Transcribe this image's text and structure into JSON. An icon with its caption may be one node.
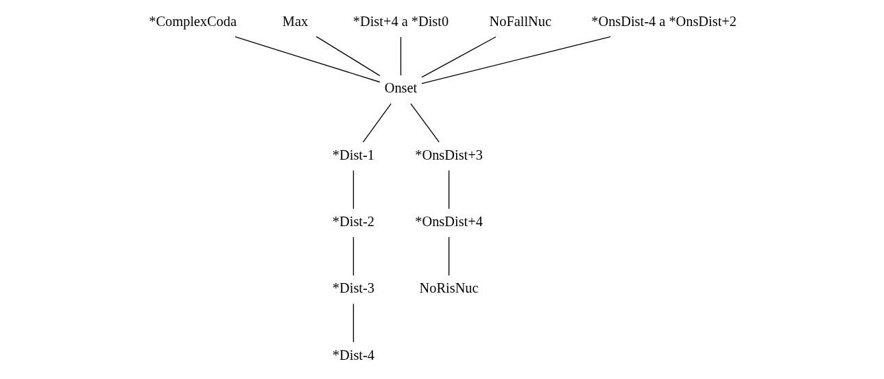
{
  "diagram": {
    "nodes": [
      {
        "text": [
          "*ComplexCoda"
        ]
      },
      {
        "text": [
          "Max"
        ]
      },
      {
        "text": [
          "*Dist+4 a *Dist0"
        ]
      },
      {
        "text": [
          "NoFallNuc"
        ]
      },
      {
        "text": [
          "*OnsDist-4 a *OnsDist+2"
        ]
      },
      {
        "text": [
          "Onset"
        ]
      },
      {
        "text": [
          "*Dist-1"
        ]
      },
      {
        "text": [
          "*OnsDist+3"
        ]
      },
      {
        "text": [
          "*Dist-2"
        ]
      },
      {
        "text": [
          "*OnsDist+4"
        ]
      },
      {
        "text": [
          "*Dist-3"
        ]
      },
      {
        "text": [
          "NoRisNuc"
        ]
      },
      {
        "text": [
          "*Dist-4"
        ]
      }
    ],
    "edges": [
      {
        "from": 0,
        "to": 5,
        "arrow": "none"
      },
      {
        "from": 1,
        "to": 5,
        "arrow": "none"
      },
      {
        "from": 2,
        "to": 5,
        "arrow": "none"
      },
      {
        "from": 3,
        "to": 5,
        "arrow": "none"
      },
      {
        "from": 4,
        "to": 5,
        "arrow": "none"
      },
      {
        "from": 5,
        "to": 6,
        "arrow": "none"
      },
      {
        "from": 5,
        "to": 7,
        "arrow": "none"
      },
      {
        "from": 6,
        "to": 8,
        "arrow": "none"
      },
      {
        "from": 8,
        "to": 10,
        "arrow": "none"
      },
      {
        "from": 10,
        "to": 12,
        "arrow": "none"
      },
      {
        "from": 7,
        "to": 9,
        "arrow": "none"
      },
      {
        "from": 9,
        "to": 11,
        "arrow": "none"
      }
    ]
  }
}
